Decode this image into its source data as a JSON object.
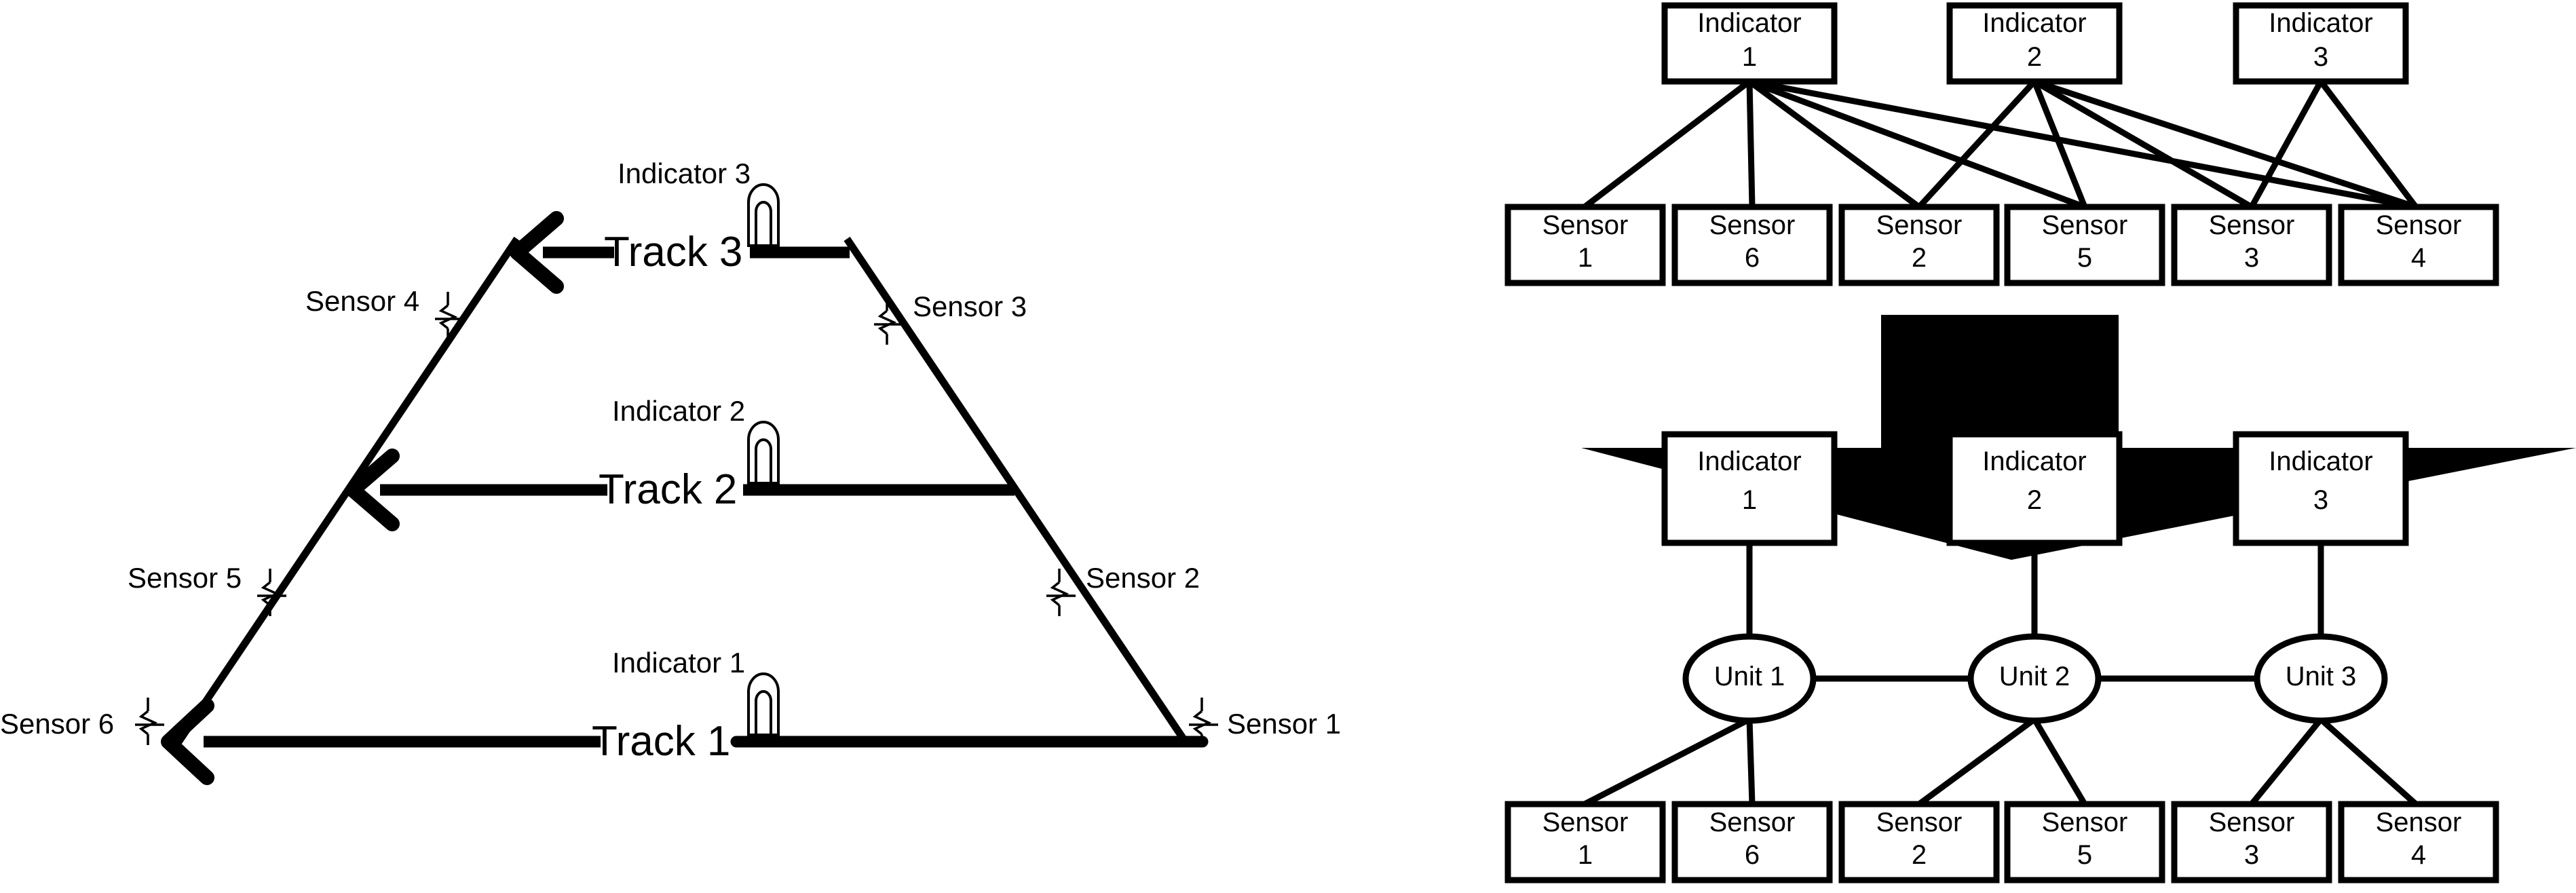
{
  "figure": {
    "panels": [
      {
        "id": "track-layout",
        "role": "physical-track-layout"
      },
      {
        "id": "before-graph",
        "role": "indicator-sensor-mesh-before"
      },
      {
        "id": "after-graph",
        "role": "indicator-unit-sensor-after"
      }
    ],
    "transform_arrow": {
      "direction": "down",
      "name": "refactor-arrow"
    }
  },
  "track_panel": {
    "tracks": [
      {
        "name": "Track 1",
        "label": "Track 1",
        "direction": "left"
      },
      {
        "name": "Track 2",
        "label": "Track 2",
        "direction": "left"
      },
      {
        "name": "Track 3",
        "label": "Track 3",
        "direction": "left"
      }
    ],
    "indicators": [
      {
        "label": "Indicator 1",
        "on_track": "Track 1"
      },
      {
        "label": "Indicator 2",
        "on_track": "Track 2"
      },
      {
        "label": "Indicator 3",
        "on_track": "Track 3"
      }
    ],
    "sensors": [
      {
        "label": "Sensor 1",
        "side": "right",
        "position": "track-1-right-end"
      },
      {
        "label": "Sensor 2",
        "side": "right",
        "position": "right-diagonal-lower"
      },
      {
        "label": "Sensor 3",
        "side": "right",
        "position": "right-diagonal-upper"
      },
      {
        "label": "Sensor 4",
        "side": "left",
        "position": "left-diagonal-upper"
      },
      {
        "label": "Sensor 5",
        "side": "left",
        "position": "left-diagonal-lower"
      },
      {
        "label": "Sensor 6",
        "side": "left",
        "position": "track-1-left-end"
      }
    ]
  },
  "before_graph": {
    "indicators": [
      {
        "id": "i1",
        "line1": "Indicator",
        "line2": "1"
      },
      {
        "id": "i2",
        "line1": "Indicator",
        "line2": "2"
      },
      {
        "id": "i3",
        "line1": "Indicator",
        "line2": "3"
      }
    ],
    "sensors": [
      {
        "id": "s1",
        "line1": "Sensor",
        "line2": "1"
      },
      {
        "id": "s6",
        "line1": "Sensor",
        "line2": "6"
      },
      {
        "id": "s2",
        "line1": "Sensor",
        "line2": "2"
      },
      {
        "id": "s5",
        "line1": "Sensor",
        "line2": "5"
      },
      {
        "id": "s3",
        "line1": "Sensor",
        "line2": "3"
      },
      {
        "id": "s4",
        "line1": "Sensor",
        "line2": "4"
      }
    ],
    "edges": [
      {
        "from": "i1",
        "to": "s1"
      },
      {
        "from": "i1",
        "to": "s6"
      },
      {
        "from": "i1",
        "to": "s2"
      },
      {
        "from": "i1",
        "to": "s5"
      },
      {
        "from": "i1",
        "to": "s4"
      },
      {
        "from": "i2",
        "to": "s2"
      },
      {
        "from": "i2",
        "to": "s5"
      },
      {
        "from": "i2",
        "to": "s3"
      },
      {
        "from": "i2",
        "to": "s4"
      },
      {
        "from": "i3",
        "to": "s3"
      },
      {
        "from": "i3",
        "to": "s4"
      }
    ]
  },
  "after_graph": {
    "indicators": [
      {
        "id": "i1",
        "line1": "Indicator",
        "line2": "1"
      },
      {
        "id": "i2",
        "line1": "Indicator",
        "line2": "2"
      },
      {
        "id": "i3",
        "line1": "Indicator",
        "line2": "3"
      }
    ],
    "units": [
      {
        "id": "u1",
        "label": "Unit 1"
      },
      {
        "id": "u2",
        "label": "Unit 2"
      },
      {
        "id": "u3",
        "label": "Unit 3"
      }
    ],
    "sensors": [
      {
        "id": "s1",
        "line1": "Sensor",
        "line2": "1"
      },
      {
        "id": "s6",
        "line1": "Sensor",
        "line2": "6"
      },
      {
        "id": "s2",
        "line1": "Sensor",
        "line2": "2"
      },
      {
        "id": "s5",
        "line1": "Sensor",
        "line2": "5"
      },
      {
        "id": "s3",
        "line1": "Sensor",
        "line2": "3"
      },
      {
        "id": "s4",
        "line1": "Sensor",
        "line2": "4"
      }
    ],
    "edges": [
      {
        "from": "i1",
        "to": "u1"
      },
      {
        "from": "i2",
        "to": "u2"
      },
      {
        "from": "i3",
        "to": "u3"
      },
      {
        "from": "u1",
        "to": "u2"
      },
      {
        "from": "u2",
        "to": "u3"
      },
      {
        "from": "u1",
        "to": "s1"
      },
      {
        "from": "u1",
        "to": "s6"
      },
      {
        "from": "u2",
        "to": "s2"
      },
      {
        "from": "u2",
        "to": "s5"
      },
      {
        "from": "u3",
        "to": "s3"
      },
      {
        "from": "u3",
        "to": "s4"
      }
    ]
  },
  "colors": {
    "stroke": "#000000",
    "fill": "#ffffff",
    "arrow": "#000000"
  }
}
